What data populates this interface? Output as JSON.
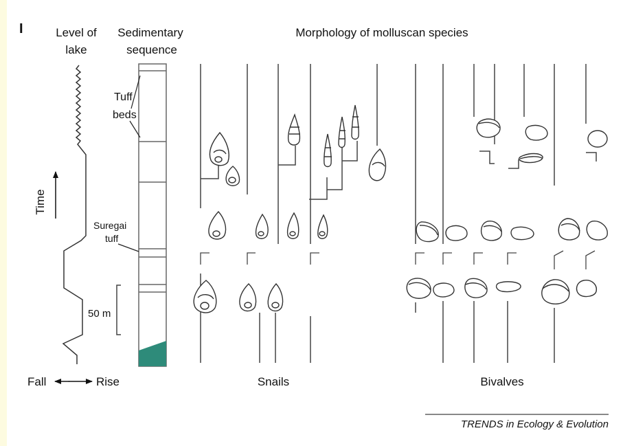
{
  "panel_label": "I",
  "headers": {
    "lake_level_line1": "Level of",
    "lake_level_line2": "lake",
    "sequence_line1": "Sedimentary",
    "sequence_line2": "sequence",
    "morphology": "Morphology of molluscan species"
  },
  "annotations": {
    "tuff_beds_line1": "Tuff",
    "tuff_beds_line2": "beds",
    "suregai_line1": "Suregai",
    "suregai_line2": "tuff",
    "scale_bar": "50 m",
    "time_axis": "Time"
  },
  "bottom_labels": {
    "fall": "Fall",
    "rise": "Rise",
    "snails": "Snails",
    "bivalves": "Bivalves"
  },
  "footer": "TRENDS in Ecology & Evolution",
  "colors": {
    "background": "#fdfbe0",
    "panel": "#ffffff",
    "volcanic_base": "#2e8b7a",
    "ink": "#222222"
  }
}
